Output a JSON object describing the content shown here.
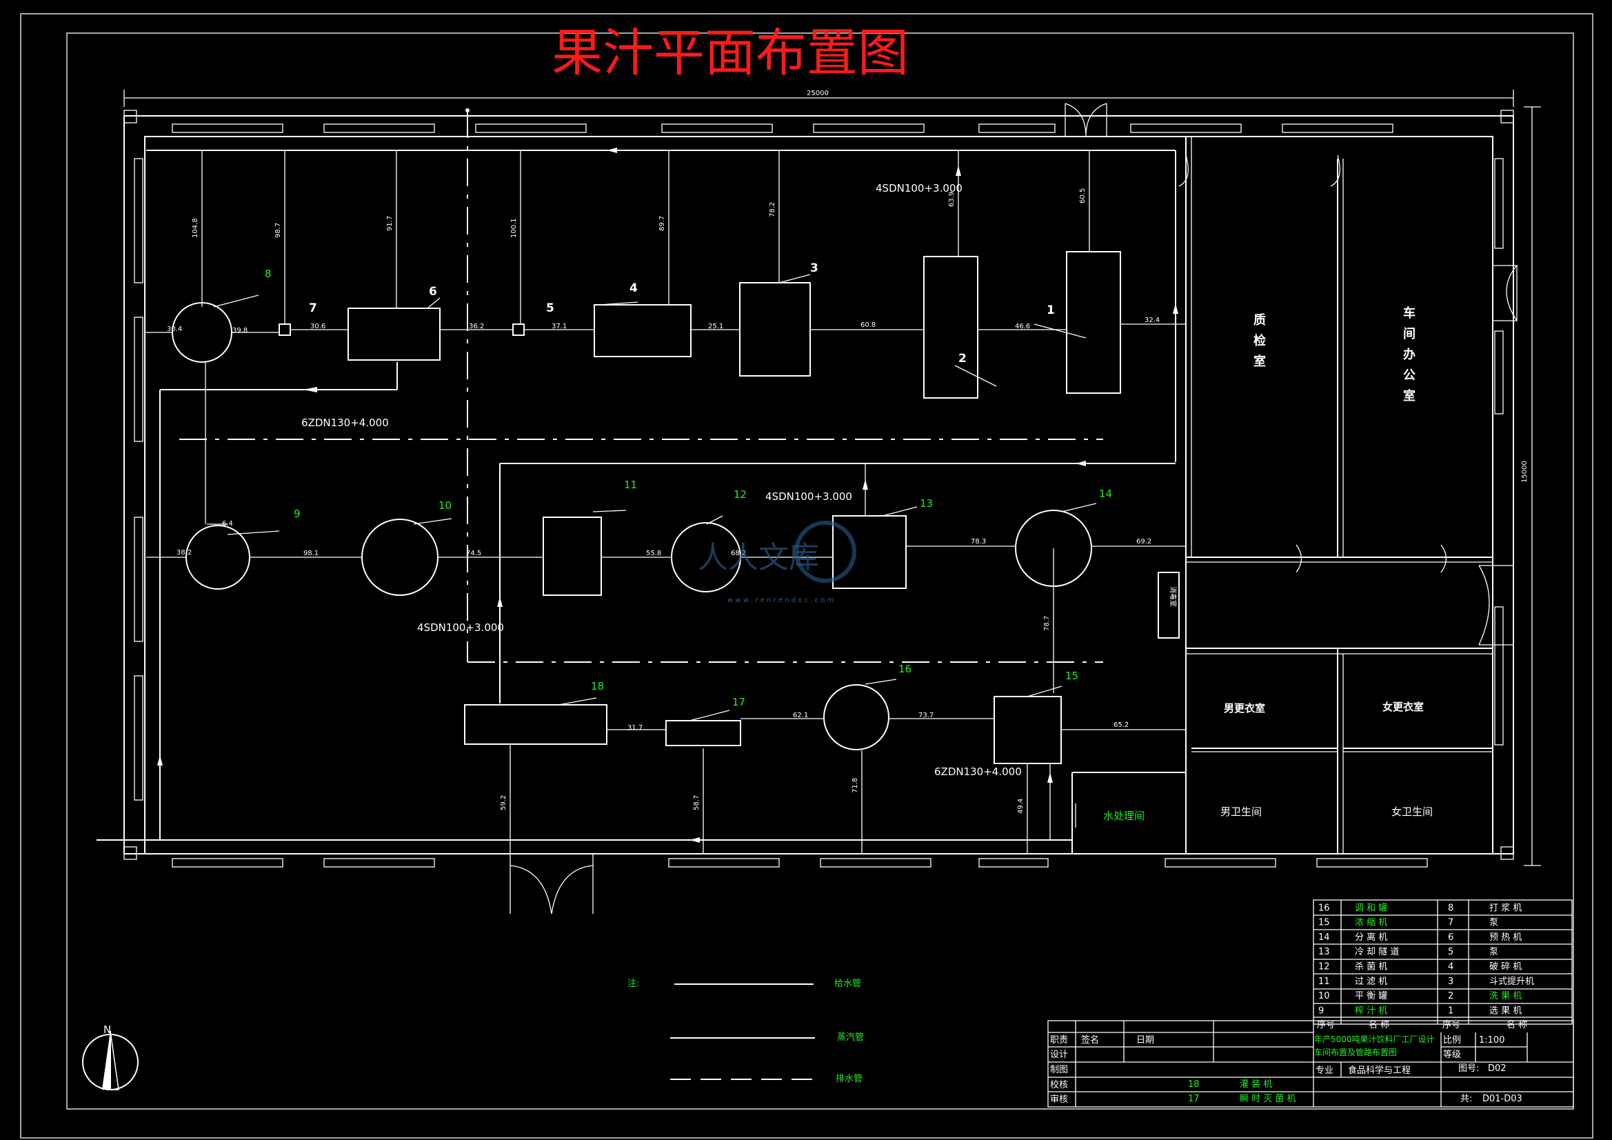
{
  "title": "果汁平面布置图",
  "dimensions": {
    "overall_width": "25000",
    "overall_height": "15000"
  },
  "pipe_specs": {
    "top_steam": "4SDN100+3.000",
    "left_drain": "6ZDN130+4.000",
    "mid_steam": "4SDN100+3.000",
    "lower_steam": "4SDN100+3.000",
    "bottom_drain": "6ZDN130+4.000"
  },
  "equipment_labels": {
    "e1": "1",
    "e2": "2",
    "e3": "3",
    "e4": "4",
    "e5": "5",
    "e6": "6",
    "e7": "7",
    "e8": "8",
    "e9": "9",
    "e10": "10",
    "e11": "11",
    "e12": "12",
    "e13": "13",
    "e14": "14",
    "e15": "15",
    "e16": "16",
    "e17": "17",
    "e18": "18"
  },
  "measurements": {
    "m_104_8": "104.8",
    "m_98_7": "98.7",
    "m_91_7": "91.7",
    "m_100_1": "100.1",
    "m_89_7": "89.7",
    "m_78_2": "78.2",
    "m_63_9": "63.9",
    "m_60_5": "60.5",
    "m_30_4": "30.4",
    "m_39_8": "39.8",
    "m_30_6": "30.6",
    "m_36_2": "36.2",
    "m_37_1": "37.1",
    "m_25_1": "25.1",
    "m_60_8": "60.8",
    "m_46_6": "46.6",
    "m_32_4": "32.4",
    "m_6_4": "6.4",
    "m_38_2": "38.2",
    "m_98_1": "98.1",
    "m_74_5": "74.5",
    "m_55_8": "55.8",
    "m_68_2": "68.2",
    "m_78_3": "78.3",
    "m_69_2": "69.2",
    "m_78_7": "78.7",
    "m_31_7": "31.7",
    "m_62_1": "62.1",
    "m_73_7": "73.7",
    "m_65_2": "65.2",
    "m_59_2": "59.2",
    "m_58_7": "58.7",
    "m_71_8": "71.8",
    "m_49_4": "49.4"
  },
  "rooms": {
    "quality": [
      "质",
      "检",
      "室"
    ],
    "office": [
      "车",
      "间",
      "办",
      "公",
      "室"
    ],
    "men_locker": "男更衣室",
    "women_locker": "女更衣室",
    "men_wc": "男卫生间",
    "women_wc": "女卫生间",
    "water_treatment": "水处理间",
    "small_room": "消毒室"
  },
  "legend": {
    "note": "注:",
    "water": "给水管",
    "steam": "蒸汽管",
    "drain": "排水管"
  },
  "equipment_table": [
    {
      "no_l": "16",
      "name_l": "调 和 罐",
      "no_r": "8",
      "name_r": "打 浆 机"
    },
    {
      "no_l": "15",
      "name_l": "浓 缩 机",
      "no_r": "7",
      "name_r": "泵"
    },
    {
      "no_l": "14",
      "name_l": "分 离 机",
      "no_r": "6",
      "name_r": "预 热 机"
    },
    {
      "no_l": "13",
      "name_l": "冷 却 隧 道",
      "no_r": "5",
      "name_r": "泵"
    },
    {
      "no_l": "12",
      "name_l": "杀 菌 机",
      "no_r": "4",
      "name_r": "破 碎 机"
    },
    {
      "no_l": "11",
      "name_l": "过 滤 机",
      "no_r": "3",
      "name_r": "斗式提升机"
    },
    {
      "no_l": "10",
      "name_l": "平 衡 罐",
      "no_r": "2",
      "name_r": "洗 果 机"
    },
    {
      "no_l": "9",
      "name_l": "榨 汁 机",
      "no_r": "1",
      "name_r": "选 果 机"
    }
  ],
  "table_header": {
    "no_l": "序号",
    "name_l": "名 称",
    "no_r": "序号",
    "name_r": "名 称"
  },
  "title_block": {
    "row1": [
      "职责",
      "签名",
      "日期"
    ],
    "project": "年产5000吨果汁饮料厂工厂设计车间布置及管路布置图",
    "scale_label": "比例",
    "scale_value": "1:100",
    "grade_label": "等级",
    "design": "设计",
    "drawing": "制图",
    "check": "校核",
    "review": "审核",
    "major": "专业",
    "major_value": "食品科学与工程",
    "drawing_no_label": "图号:",
    "drawing_no": "D02",
    "total_label": "共:",
    "total_value": "D01-D03",
    "extra_rows": [
      {
        "no": "18",
        "name": "灌 装 机"
      },
      {
        "no": "17",
        "name": "瞬 时 灭 菌 机"
      }
    ]
  },
  "north_label": "N",
  "watermark": {
    "text": "人人文库",
    "url": "w w w . r e n r e n d o c . c o m"
  }
}
